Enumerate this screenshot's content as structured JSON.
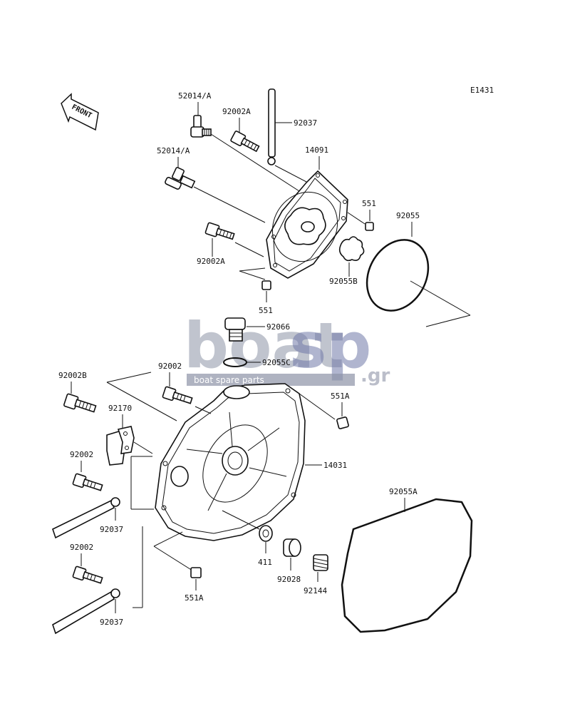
{
  "diagram": {
    "ref_code": "E1431",
    "front_label": "FRONT",
    "watermark": {
      "brand_left": "boat",
      "brand_right": "sp",
      "suffix": ".gr",
      "tagline": "boat spare parts"
    },
    "labels": {
      "l_52014a_top": "52014/A",
      "l_92002a_top": "92002A",
      "l_92037_top": "92037",
      "l_14091": "14091",
      "l_52014a_mid": "52014/A",
      "l_551_top": "551",
      "l_92055": "92055",
      "l_92002a_mid": "92002A",
      "l_92055b": "92055B",
      "l_551_mid": "551",
      "l_92066": "92066",
      "l_92055c": "92055C",
      "l_92002b": "92002B",
      "l_92002_upper": "92002",
      "l_551a_right": "551A",
      "l_92170": "92170",
      "l_92002_left": "92002",
      "l_14031": "14031",
      "l_92055a": "92055A",
      "l_92037_mid": "92037",
      "l_411": "411",
      "l_92028": "92028",
      "l_92002_low": "92002",
      "l_92144": "92144",
      "l_551a_low": "551A",
      "l_92037_low": "92037"
    }
  }
}
